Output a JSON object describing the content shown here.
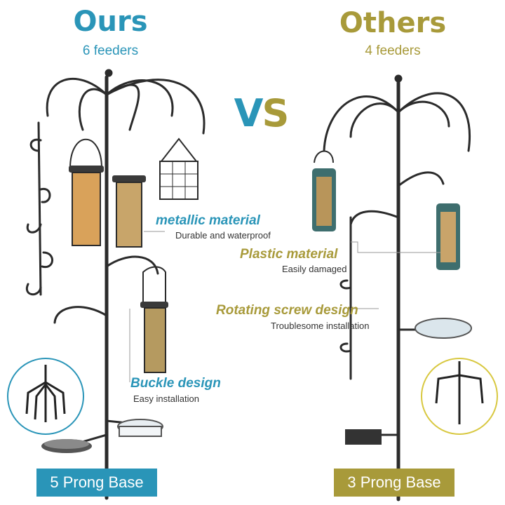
{
  "colors": {
    "ours_accent": "#2a95b8",
    "others_accent": "#a89a3a",
    "vs_blue": "#2a95b8",
    "vs_olive": "#a89a3a"
  },
  "ours": {
    "title": "Ours",
    "feeder_count": "6 feeders",
    "features": [
      {
        "title": "metallic material",
        "subtitle": "Durable and waterproof"
      },
      {
        "title": "Buckle design",
        "subtitle": "Easy installation"
      }
    ],
    "base_label": "5 Prong Base"
  },
  "vs": {
    "left": "V",
    "right": "S"
  },
  "others": {
    "title": "Others",
    "feeder_count": "4 feeders",
    "features": [
      {
        "title": "Plastic material",
        "subtitle": "Easily damaged"
      },
      {
        "title": "Rotating screw design",
        "subtitle": "Troublesome installation"
      }
    ],
    "base_label": "3 Prong Base"
  }
}
